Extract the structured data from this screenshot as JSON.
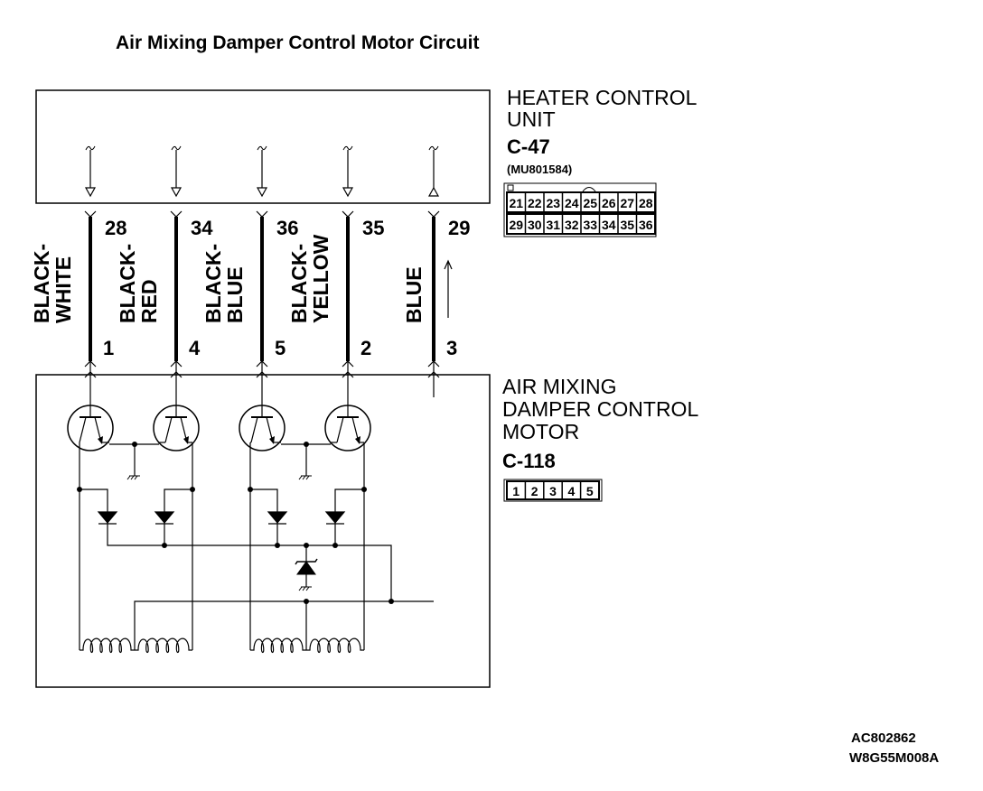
{
  "title": "Air Mixing Damper Control Motor Circuit",
  "heater_unit": {
    "name_line1": "HEATER CONTROL",
    "name_line2": "UNIT",
    "connector": "C-47",
    "part_number": "(MU801584)",
    "pins_row1": [
      "21",
      "22",
      "23",
      "24",
      "25",
      "26",
      "27",
      "28"
    ],
    "pins_row2": [
      "29",
      "30",
      "31",
      "32",
      "33",
      "34",
      "35",
      "36"
    ]
  },
  "motor": {
    "name_line1": "AIR MIXING",
    "name_line2": "DAMPER CONTROL",
    "name_line3": "MOTOR",
    "connector": "C-118",
    "pins": [
      "1",
      "2",
      "3",
      "4",
      "5"
    ]
  },
  "wires": [
    {
      "top_pin": "28",
      "bottom_pin": "1",
      "color_line1": "BLACK-",
      "color_line2": "WHITE"
    },
    {
      "top_pin": "34",
      "bottom_pin": "4",
      "color_line1": "BLACK-",
      "color_line2": "RED"
    },
    {
      "top_pin": "36",
      "bottom_pin": "5",
      "color_line1": "BLACK-",
      "color_line2": "BLUE"
    },
    {
      "top_pin": "35",
      "bottom_pin": "2",
      "color_line1": "BLACK-",
      "color_line2": "YELLOW"
    },
    {
      "top_pin": "29",
      "bottom_pin": "3",
      "color_line1": "BLUE",
      "color_line2": ""
    }
  ],
  "footer": {
    "code1": "AC802862",
    "code2": "W8G55M008A"
  }
}
